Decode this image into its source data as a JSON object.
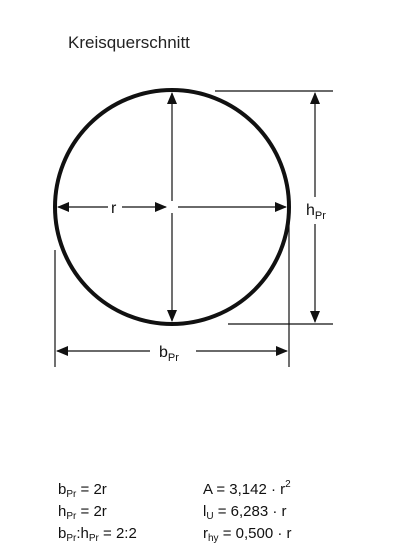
{
  "title": "Kreisquerschnitt",
  "labels": {
    "radius": "r",
    "height_main": "h",
    "height_sub": "Pr",
    "width_main": "b",
    "width_sub": "Pr"
  },
  "left_formulas": [
    {
      "var": "b",
      "sub": "Pr",
      "rest": " = 2r"
    },
    {
      "var": "h",
      "sub": "Pr",
      "rest": " = 2r"
    },
    {
      "var": "b",
      "sub": "Pr",
      "mid": ":h",
      "sub2": "Pr",
      "rest": " = 2:2"
    }
  ],
  "right_formulas": [
    {
      "text": "A = 3,142 · r",
      "sup": "2"
    },
    {
      "var": "l",
      "sub": "U",
      "rest": " = 6,283 · r"
    },
    {
      "var": "r",
      "sub": "hy",
      "rest": " = 0,500 · r"
    }
  ]
}
